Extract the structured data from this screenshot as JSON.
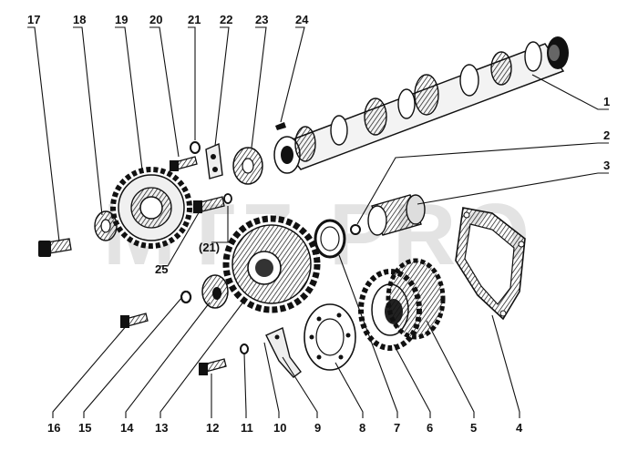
{
  "watermark": "MTZ.PRO",
  "colors": {
    "ink": "#111111",
    "paper": "#ffffff",
    "watermark": "#e3e3e3"
  },
  "callouts": [
    {
      "id": "1",
      "text": "1"
    },
    {
      "id": "2",
      "text": "2"
    },
    {
      "id": "3",
      "text": "3"
    },
    {
      "id": "4",
      "text": "4"
    },
    {
      "id": "5",
      "text": "5"
    },
    {
      "id": "6",
      "text": "6"
    },
    {
      "id": "7",
      "text": "7"
    },
    {
      "id": "8",
      "text": "8"
    },
    {
      "id": "9",
      "text": "9"
    },
    {
      "id": "10",
      "text": "10"
    },
    {
      "id": "11",
      "text": "11"
    },
    {
      "id": "12",
      "text": "12"
    },
    {
      "id": "13",
      "text": "13"
    },
    {
      "id": "14",
      "text": "14"
    },
    {
      "id": "15",
      "text": "15"
    },
    {
      "id": "16",
      "text": "16"
    },
    {
      "id": "17",
      "text": "17"
    },
    {
      "id": "18",
      "text": "18"
    },
    {
      "id": "19",
      "text": "19"
    },
    {
      "id": "20",
      "text": "20"
    },
    {
      "id": "21",
      "text": "21"
    },
    {
      "id": "22",
      "text": "22"
    },
    {
      "id": "23",
      "text": "23"
    },
    {
      "id": "24",
      "text": "24"
    },
    {
      "id": "25",
      "text": "25"
    },
    {
      "id": "21b",
      "text": "(21)"
    }
  ]
}
